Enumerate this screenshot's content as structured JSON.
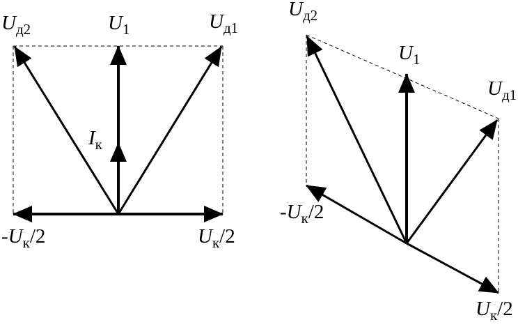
{
  "colors": {
    "stroke": "#000000",
    "background": "#ffffff"
  },
  "left_diagram": {
    "labels": {
      "u_d2": {
        "main": "U",
        "sub": "д2"
      },
      "u_1": {
        "main": "U",
        "sub": "1"
      },
      "u_d1": {
        "main": "U",
        "sub": "д1"
      },
      "i_k": {
        "main": "I",
        "sub": "к"
      },
      "minus_uk2": {
        "prefix": "-",
        "main": "U",
        "sub": "к",
        "suffix": "/2"
      },
      "uk2": {
        "main": "U",
        "sub": "к",
        "suffix": "/2"
      }
    }
  },
  "right_diagram": {
    "labels": {
      "u_d2": {
        "main": "U",
        "sub": "д2"
      },
      "u_1": {
        "main": "U",
        "sub": "1"
      },
      "u_d1": {
        "main": "U",
        "sub": "д1"
      },
      "minus_uk2": {
        "prefix": "-",
        "main": "U",
        "sub": "к",
        "suffix": "/2"
      },
      "uk2": {
        "main": "U",
        "sub": "к",
        "suffix": "/2"
      }
    }
  }
}
